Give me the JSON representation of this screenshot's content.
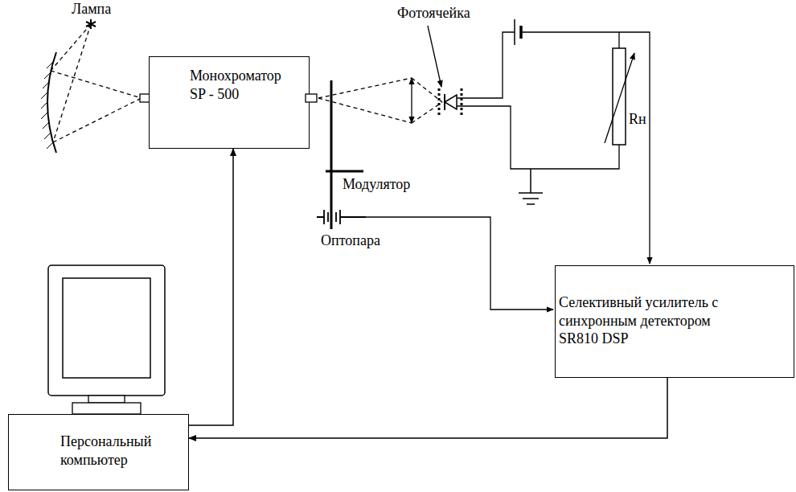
{
  "diagram": {
    "nodes": [
      {
        "text": [
          "Монохроматор SP - 500"
        ]
      },
      {
        "text": [
          "Селективный усилитель с синхронным детектором SR810 DSP"
        ]
      },
      {
        "text": [
          "Персональный компьютер"
        ]
      }
    ],
    "edges": [
      {
        "from": 2,
        "to": 0,
        "arrow": "to"
      },
      {
        "from": 1,
        "to": 2,
        "arrow": "to"
      }
    ],
    "labels": [
      "Лампа",
      "Фотоячейка",
      "Модулятор",
      "Оптопара",
      "Rн"
    ]
  }
}
